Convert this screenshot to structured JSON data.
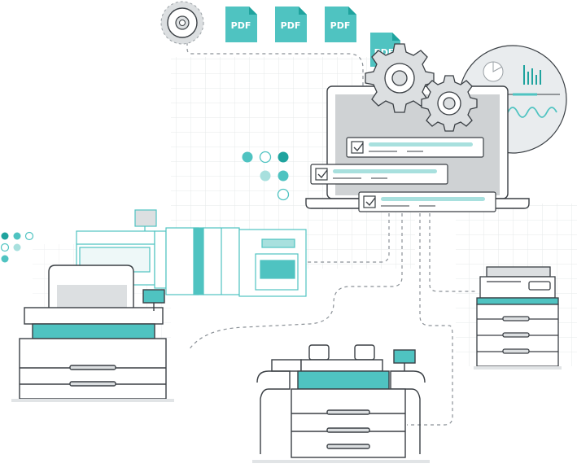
{
  "colors": {
    "teal": "#4fc3c1",
    "teal_light": "#a8e0de",
    "teal_dark": "#1fa39e",
    "line": "#3a3f44",
    "grid": "#e4e6e8",
    "screen_gray": "#cfd2d4",
    "panel_gray": "#dcdfe1"
  },
  "documents": [
    {
      "label": "PDF",
      "icon": "pdf-file-icon"
    },
    {
      "label": "PDF",
      "icon": "pdf-file-icon"
    },
    {
      "label": "PDF",
      "icon": "pdf-file-icon"
    },
    {
      "label": "PDF",
      "icon": "pdf-file-icon"
    }
  ],
  "icons": {
    "disc": "disc-icon",
    "gear_large": "gear-icon",
    "gear_small": "gear-icon",
    "analytics": "analytics-chart-icon",
    "checkbox": "checkbox-checked-icon"
  },
  "devices": [
    "laptop",
    "production-press",
    "wide-format-printer-left",
    "wide-format-printer-center",
    "multifunction-printer"
  ]
}
